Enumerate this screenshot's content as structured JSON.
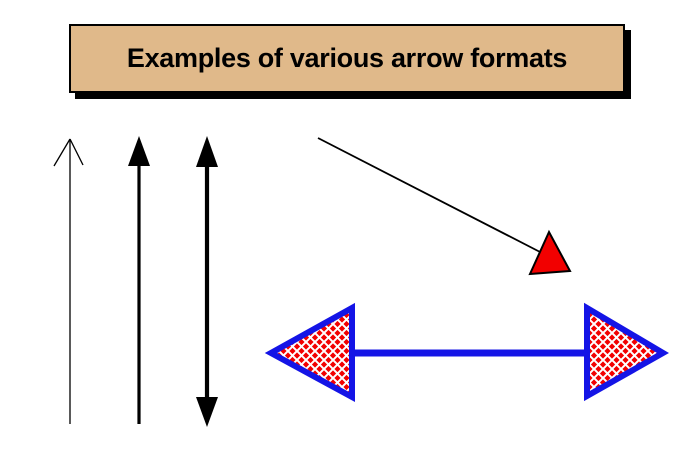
{
  "title": {
    "text": "Examples of various arrow formats"
  },
  "colors": {
    "background": "#FFFFFF",
    "ink": "#000000",
    "title_box_fill": "#E0B98A",
    "title_box_border": "#000000",
    "title_box_shadow": "#000000",
    "red": "#F20000",
    "blue": "#1414E6",
    "pattern_white": "#FFFFFF"
  },
  "arrows": [
    {
      "id": "open-barb-arrow",
      "description": "thin vertical arrow with open barbed head pointing up"
    },
    {
      "id": "filled-head-arrow",
      "description": "vertical arrow with solid black triangular head pointing up"
    },
    {
      "id": "double-headed-arrow",
      "description": "vertical double-headed arrow with solid black triangular heads"
    },
    {
      "id": "diagonal-red-arrow",
      "description": "thin diagonal line ending in a solid red triangular head"
    },
    {
      "id": "blue-double-arrow",
      "description": "thick blue horizontal double-headed arrow with red crosshatch filled heads"
    }
  ]
}
